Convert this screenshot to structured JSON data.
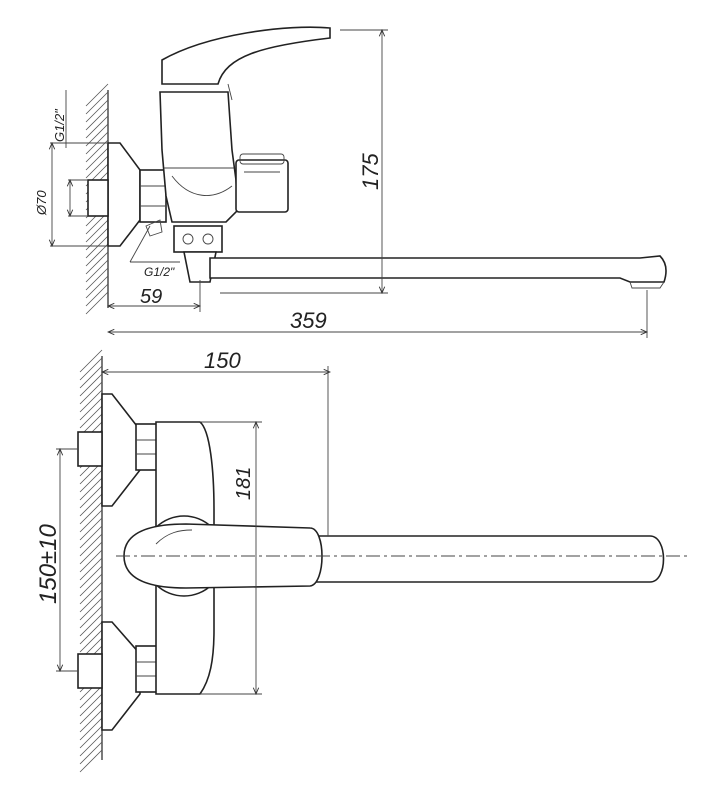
{
  "dimensions": {
    "side_height": "175",
    "thread_top": "G1/2\"",
    "diameter": "Ø70",
    "thread_bottom": "G1/2\"",
    "offset": "59",
    "total_length": "359",
    "front_width": "150",
    "front_height": "181",
    "center_distance": "150±10"
  },
  "colors": {
    "line": "#333333",
    "background": "#ffffff"
  }
}
